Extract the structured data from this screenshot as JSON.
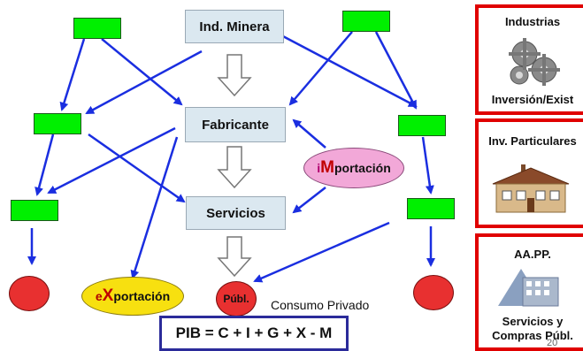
{
  "diagram": {
    "nodes": {
      "mining": "Ind. Minera",
      "manufacturer": "Fabricante",
      "services": "Servicios",
      "import_prefix": "i",
      "import_big": "M",
      "import_suffix": "portación",
      "export_prefix": "e",
      "export_big": "X",
      "export_suffix": "portación",
      "public": "Públ.",
      "private_consumption": "Consumo Privado",
      "formula": "PIB = C + I + G + X - M"
    },
    "side_panels": {
      "industries_title": "Industrias",
      "industries_caption": "Inversión/Exist",
      "private_inv_title": "Inv. Particulares",
      "public_admin_title": "AA.PP.",
      "public_admin_caption_1": "Servicios y",
      "public_admin_caption_2": "Compras Públ."
    },
    "page_number": "20",
    "colors": {
      "green_box": "#00f000",
      "red_circle": "#e83030",
      "import_ellipse": "#f2a8d8",
      "export_ellipse": "#f7e010",
      "arrow": "#1a2ee0",
      "panel_border": "#e00000",
      "node_box": "#dbe8f0"
    }
  }
}
